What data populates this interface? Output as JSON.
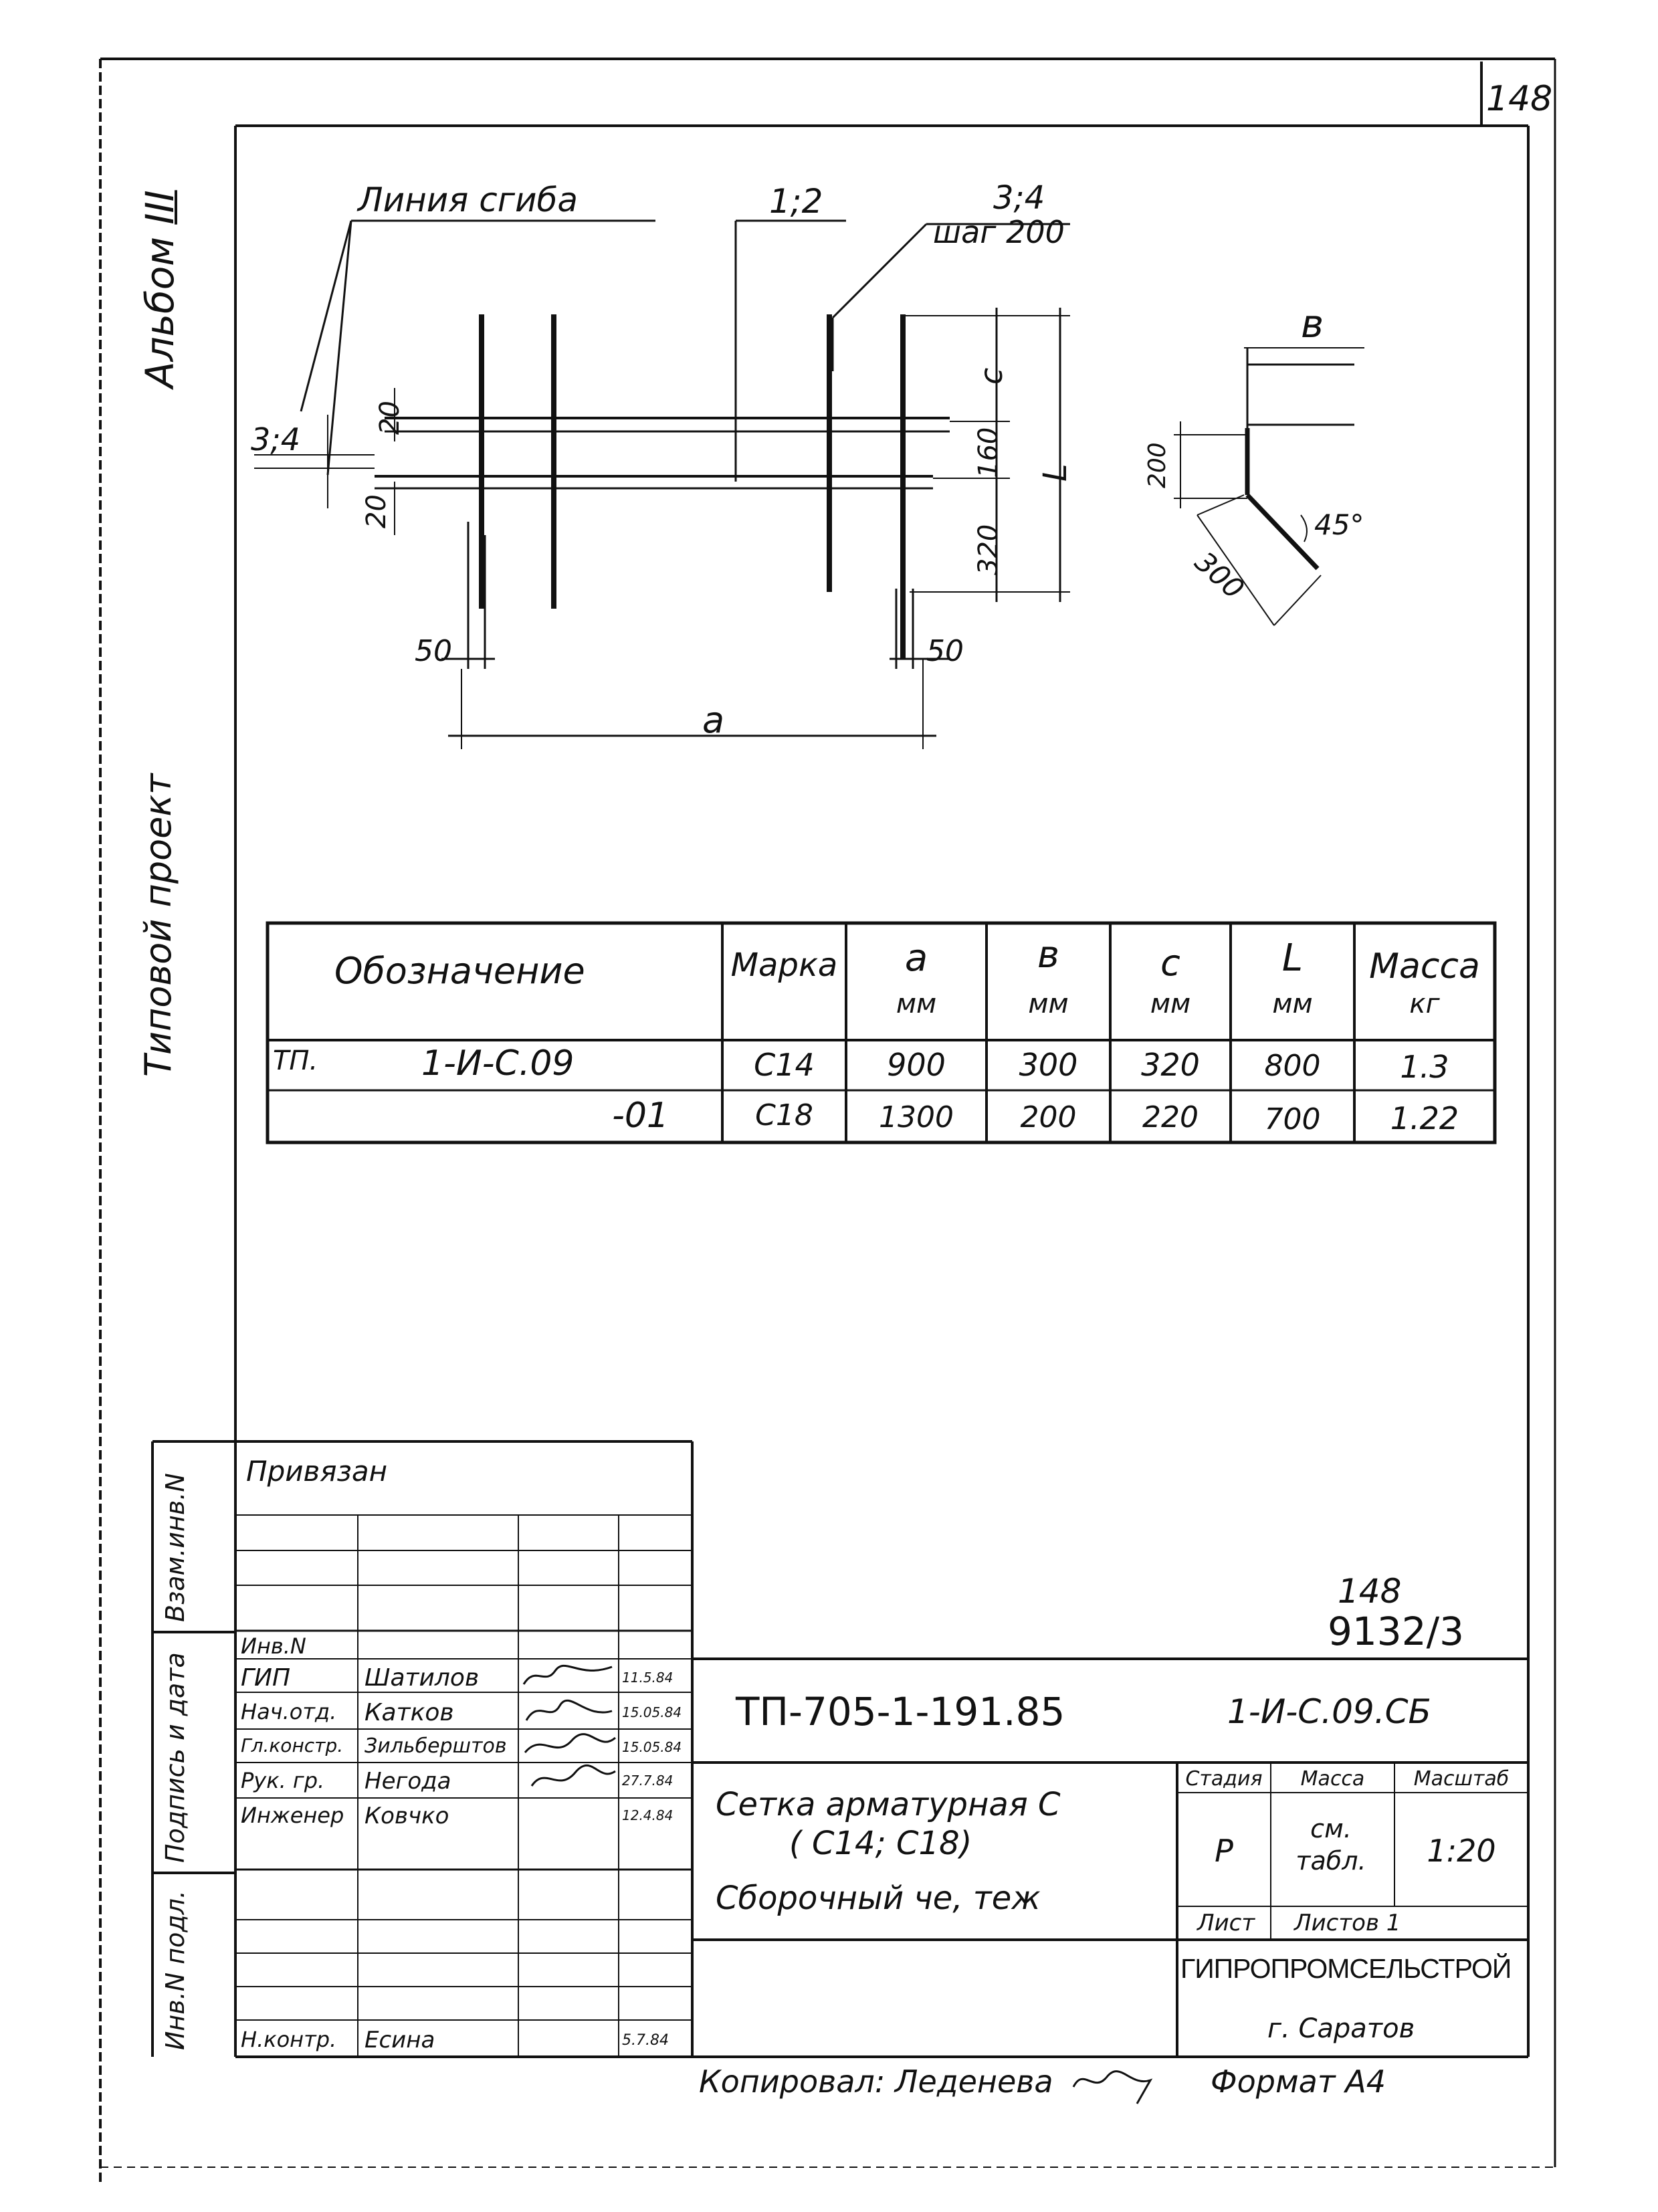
{
  "sheet": {
    "page_number": "148"
  },
  "side_labels": {
    "album": "Альбом",
    "album_roman": "III",
    "project": "Типовой проект"
  },
  "drawing": {
    "bend_line": "Линия   сгиба",
    "label_1_2": "1;2",
    "label_3_4_top": "3;4",
    "step": "шаг 200",
    "label_3_4_left": "3;4",
    "dim_20_top": "20",
    "dim_20_bottom": "20",
    "dim_50_left": "50",
    "dim_50_right": "50",
    "dim_a": "a",
    "dim_c": "c",
    "dim_160": "160",
    "dim_320": "320",
    "dim_L": "L",
    "detail_b": "в",
    "detail_200": "200",
    "detail_45": "45°",
    "detail_300": "300"
  },
  "spec_table": {
    "headers": [
      {
        "top": "Обозначение",
        "unit": ""
      },
      {
        "top": "Марка",
        "unit": ""
      },
      {
        "top": "a",
        "unit": "мм"
      },
      {
        "top": "в",
        "unit": "мм"
      },
      {
        "top": "c",
        "unit": "мм"
      },
      {
        "top": "L",
        "unit": "мм"
      },
      {
        "top": "Масса",
        "unit": "кг"
      }
    ],
    "rows": [
      {
        "prefix": "ТП.",
        "designation": "1-И-С.09",
        "mark": "С14",
        "a": "900",
        "b": "300",
        "c": "320",
        "L": "800",
        "mass": "1.3"
      },
      {
        "prefix": "",
        "designation": "-01",
        "mark": "С18",
        "a": "1300",
        "b": "200",
        "c": "220",
        "L": "700",
        "mass": "1.22"
      }
    ]
  },
  "stamp": {
    "privyazan": "Привязан",
    "side_vzam": "Взам.инв.N",
    "side_podpis": "Подпись и дата",
    "side_inv": "Инв.N подл.",
    "inv_n": "Инв.N",
    "people": [
      {
        "role": "ГИП",
        "name": "Шатилов",
        "date": "11.5.84"
      },
      {
        "role": "Нач.отд.",
        "name": "Катков",
        "date": "15.05.84"
      },
      {
        "role": "Гл.констр.",
        "name": "Зильберштов",
        "date": "15.05.84"
      },
      {
        "role": "Рук. гр.",
        "name": "Негода",
        "date": "27.7.84"
      },
      {
        "role": "Инженер",
        "name": "Ковчко",
        "date": "12.4.84"
      }
    ],
    "norm": {
      "role": "Н.контр.",
      "name": "Есина",
      "date": "5.7.84"
    },
    "corner_num_top": "148",
    "corner_num_bottom": "9132/3",
    "project_code": "ТП-705-1-191.85",
    "doc_code": "1-И-С.09.СБ",
    "title_line1": "Сетка   арматурная С",
    "title_line2": "( С14; С18)",
    "title_line3": "Сборочный    че, теж",
    "stadia_label": "Стадия",
    "massa_label": "Масса",
    "masshtab_label": "Масштаб",
    "stadia": "Р",
    "massa": "см. табл.",
    "masshtab": "1:20",
    "list_label": "Лист",
    "listov_label": "Листов 1",
    "org": "ГИПРОПРОМСЕЛЬСТРОЙ",
    "city": "г. Саратов"
  },
  "footer": {
    "copied": "Копировал: Леденева",
    "format": "Формат   А4"
  }
}
